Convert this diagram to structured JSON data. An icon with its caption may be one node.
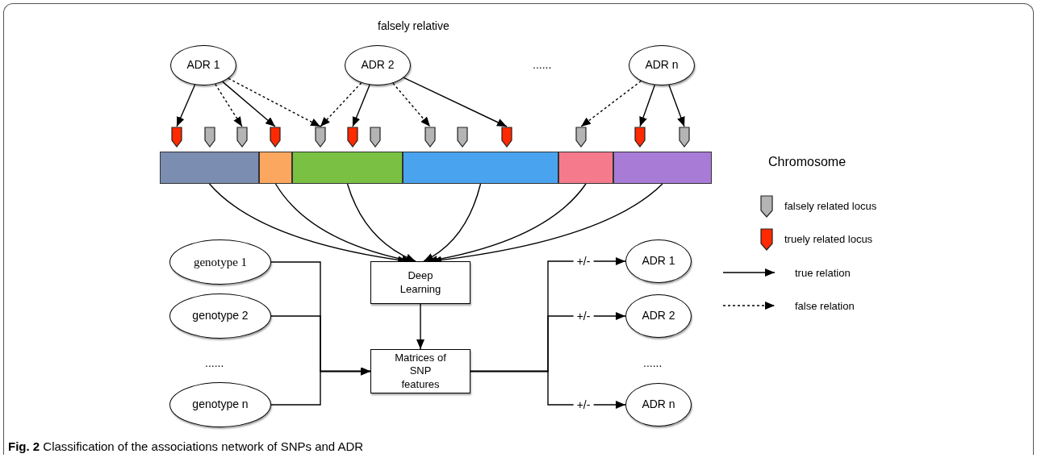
{
  "diagram": {
    "caption": "**Fig. 2** Classification of the associations network of SNPs and ADR",
    "nodes": [
      {
        "text": [
          "ADR 1"
        ]
      },
      {
        "text": [
          "ADR 2"
        ]
      },
      {
        "text": [
          "ADR n"
        ]
      },
      {
        "text": [],
        "shape": "marker"
      },
      {
        "text": [],
        "shape": "marker"
      },
      {
        "text": [],
        "shape": "marker"
      },
      {
        "text": [],
        "shape": "marker"
      },
      {
        "text": [],
        "shape": "marker"
      },
      {
        "text": [],
        "shape": "marker"
      },
      {
        "text": [],
        "shape": "marker"
      },
      {
        "text": [],
        "shape": "marker"
      },
      {
        "text": [],
        "shape": "marker"
      },
      {
        "text": [],
        "shape": "marker"
      },
      {
        "text": [],
        "shape": "marker"
      },
      {
        "text": [],
        "shape": "marker"
      },
      {
        "text": [],
        "shape": "marker"
      },
      {
        "text": [],
        "shape": "bar"
      },
      {
        "text": [],
        "shape": "bar"
      },
      {
        "text": [],
        "shape": "bar"
      },
      {
        "text": [],
        "shape": "bar"
      },
      {
        "text": [],
        "shape": "bar"
      },
      {
        "text": [],
        "shape": "bar"
      },
      {
        "text": [
          "genotype 1"
        ]
      },
      {
        "text": [
          "genotype 2"
        ]
      },
      {
        "text": [
          "genotype n"
        ]
      },
      {
        "text": [
          "Deep Learning"
        ]
      },
      {
        "text": [
          "Matrices of SNP features"
        ]
      },
      {
        "text": [
          "ADR 1"
        ]
      },
      {
        "text": [
          "ADR 2"
        ]
      },
      {
        "text": [
          "ADR n"
        ]
      }
    ],
    "edges": [
      {
        "from": 0,
        "to": 3,
        "arrow": "to"
      },
      {
        "from": 0,
        "to": 5,
        "arrow": "to",
        "style": "dashed"
      },
      {
        "from": 0,
        "to": 6,
        "arrow": "to"
      },
      {
        "from": 0,
        "to": 7,
        "arrow": "to",
        "style": "dashed"
      },
      {
        "from": 1,
        "to": 7,
        "arrow": "to",
        "style": "dashed"
      },
      {
        "from": 1,
        "to": 8,
        "arrow": "to"
      },
      {
        "from": 1,
        "to": 10,
        "arrow": "to",
        "style": "dashed"
      },
      {
        "from": 1,
        "to": 12,
        "arrow": "to"
      },
      {
        "from": 2,
        "to": 13,
        "arrow": "to",
        "style": "dashed"
      },
      {
        "from": 2,
        "to": 14,
        "arrow": "to"
      },
      {
        "from": 2,
        "to": 15,
        "arrow": "to"
      },
      {
        "from": 16,
        "to": 25,
        "arrow": "to"
      },
      {
        "from": 17,
        "to": 25,
        "arrow": "to"
      },
      {
        "from": 18,
        "to": 25,
        "arrow": "to"
      },
      {
        "from": 19,
        "to": 25,
        "arrow": "to"
      },
      {
        "from": 20,
        "to": 25,
        "arrow": "to"
      },
      {
        "from": 21,
        "to": 25,
        "arrow": "to"
      },
      {
        "from": 22,
        "to": 26,
        "arrow": "to"
      },
      {
        "from": 23,
        "to": 26,
        "arrow": "to"
      },
      {
        "from": 24,
        "to": 26,
        "arrow": "to"
      },
      {
        "from": 25,
        "to": 26,
        "arrow": "to"
      },
      {
        "from": 26,
        "to": 27,
        "arrow": "to",
        "label": "+/-"
      },
      {
        "from": 26,
        "to": 28,
        "arrow": "to",
        "label": "+/-"
      },
      {
        "from": 26,
        "to": 29,
        "arrow": "to",
        "label": "+/-"
      }
    ],
    "labels": [
      "falsely relative",
      "......",
      "Chromosome",
      "......",
      "......"
    ],
    "legend": [
      {
        "text": "falsely related locus"
      },
      {
        "text": "truely related locus"
      },
      {
        "text": "true relation"
      },
      {
        "text": "false relation"
      }
    ]
  }
}
